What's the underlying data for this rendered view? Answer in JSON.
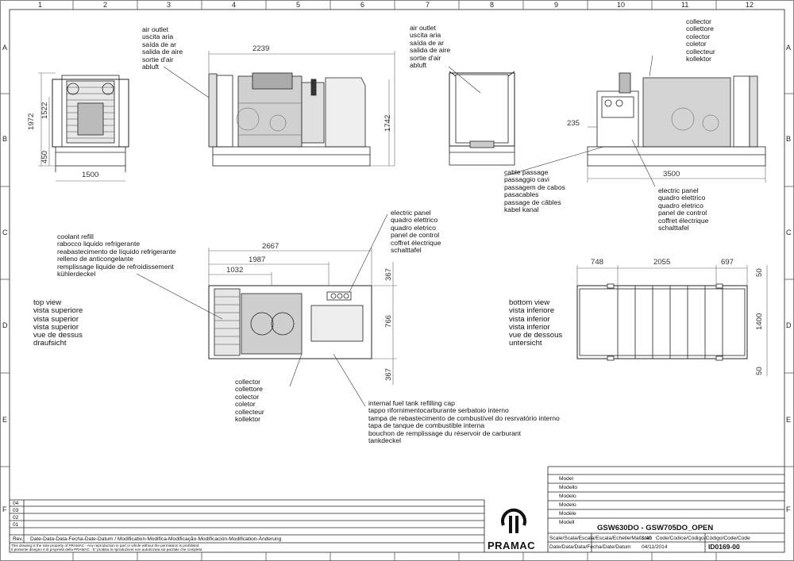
{
  "grid": {
    "columns": [
      "1",
      "2",
      "3",
      "4",
      "5",
      "6",
      "7",
      "8",
      "9",
      "10",
      "11",
      "12"
    ],
    "rows": [
      "A",
      "B",
      "C",
      "D",
      "E",
      "F"
    ]
  },
  "labels": {
    "air_outlet_left": "air outlet\nuscita aria\nsaída de ar\nsalida de aire\nsortie d'air\nabluft",
    "air_outlet_right": "air outlet\nuscita aria\nsaída de ar\nsalida de aire\nsortie d'air\nabluft",
    "collector_top": "collector\ncollettore\ncolector\ncoletor\ncollecteur\nkollektor",
    "cable_passage": "cable passage\npassaggio cavi\npassagem de cabos\npasacables\npassage de câbles\nkabel kanal",
    "electric_panel_side": "electric panel\nquadro elettrico\nquadro eletrico\npanel de control\ncoffret électrique\nschalttafel",
    "electric_panel_top": "electric panel\nquadro elettrico\nquadro eletrico\npanel de control\ncoffret électrique\nschalttafel",
    "coolant_refill": "coolant refill\nrabocco liquido refrigerante\nreabastecimento de líquido refrigerante\nrelleno de anticongelante\nremplissage liquide de refroidissement\nkühlerdeckel",
    "top_view": "top view\nvista superiore\nvista superior\nvista superior\nvue de dessus\ndraufsicht",
    "bottom_view": "bottom view\nvista inferiore\nvista inferior\nvista inferior\nvue de dessous\nuntersicht",
    "collector_bottom": "collector\ncollettore\ncolector\ncoletor\ncollecteur\nkollektor",
    "fuel_cap": "internal fuel tank refilling cap\ntappo rifornimentocarburante serbatoio interno\ntampa de rebastecimento de combustível do resrvatório interno\ntapa de tanque de combustible interna\nbouchon de remplissage du réservoir de carburant\ntankdeckel"
  },
  "dimensions": {
    "front_height": "1972",
    "front_height_inner": "1522",
    "front_base": "450",
    "front_width": "1500",
    "side_length": "2239",
    "side_height": "1742",
    "rear_offset": "235",
    "rear_length": "3500",
    "top_length": "2667",
    "top_mid": "1987",
    "top_short": "1032",
    "top_right_a": "367",
    "top_right_b": "766",
    "top_right_c": "367",
    "bottom_a": "748",
    "bottom_b": "2055",
    "bottom_c": "697",
    "bottom_right_a": "50",
    "bottom_right_b": "1400",
    "bottom_right_c": "50"
  },
  "title_block": {
    "model_labels": [
      "Model",
      "Modello",
      "Modelo",
      "Modelo",
      "Modèle",
      "Modell"
    ],
    "model_value": "GSW630DO - GSW705DO_OPEN",
    "revisions": [
      "04",
      "03",
      "02",
      "01"
    ],
    "rev_label": "Rev.",
    "rev_header": "Date-Data-Data-Fecha-Date-Datum / Modification-Modifica-Modificação-Modificación-Modification-Änderung",
    "property_note_1": "This drawing is the sole property of PRAMAC - Any reproduction in part or whole without the permission is prohibited",
    "property_note_2": "Il presente disegno è di proprietà della PRAMAC - E' proibita la riproduzione non autorizzata sia parziale che completa",
    "brand": "PRAMAC",
    "scale_label": "Scale/Scala/Escala/Escala/Echelle/Maßstab",
    "scale_value": "1:40",
    "code_label": "Code/Codice/Código/Código/Code/Code",
    "date_label": "Date/Data/Data/Fecha/Date/Datum",
    "date_value": "04/11/2014",
    "code_value": "ID0169-00"
  }
}
